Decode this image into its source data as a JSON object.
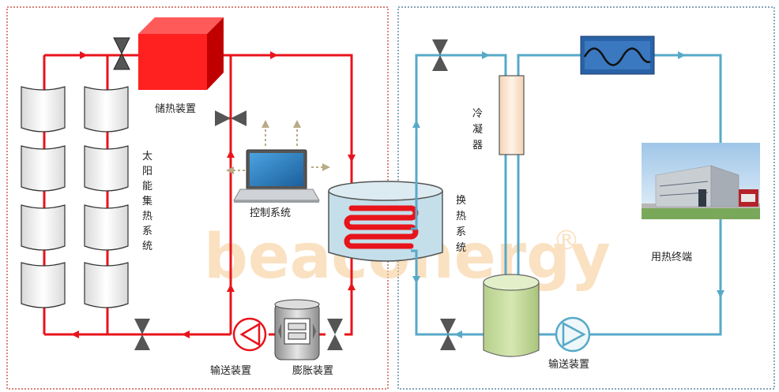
{
  "labels": {
    "storage": "储热装置",
    "control": "控制系统",
    "solar": "太阳能集热系统",
    "pump_left": "输送装置",
    "expansion": "膨胀装置",
    "heat_exchange": "换热系统",
    "condenser": "冷凝器",
    "end_use": "用热终端",
    "pump_right": "输送装置"
  },
  "watermark": "beaconergy",
  "colors": {
    "hot_loop": "#e8141c",
    "cold_loop": "#57a9c8",
    "left_border": "#c0392b",
    "right_border": "#3f6f8f",
    "watermark": "#f6c98f"
  }
}
